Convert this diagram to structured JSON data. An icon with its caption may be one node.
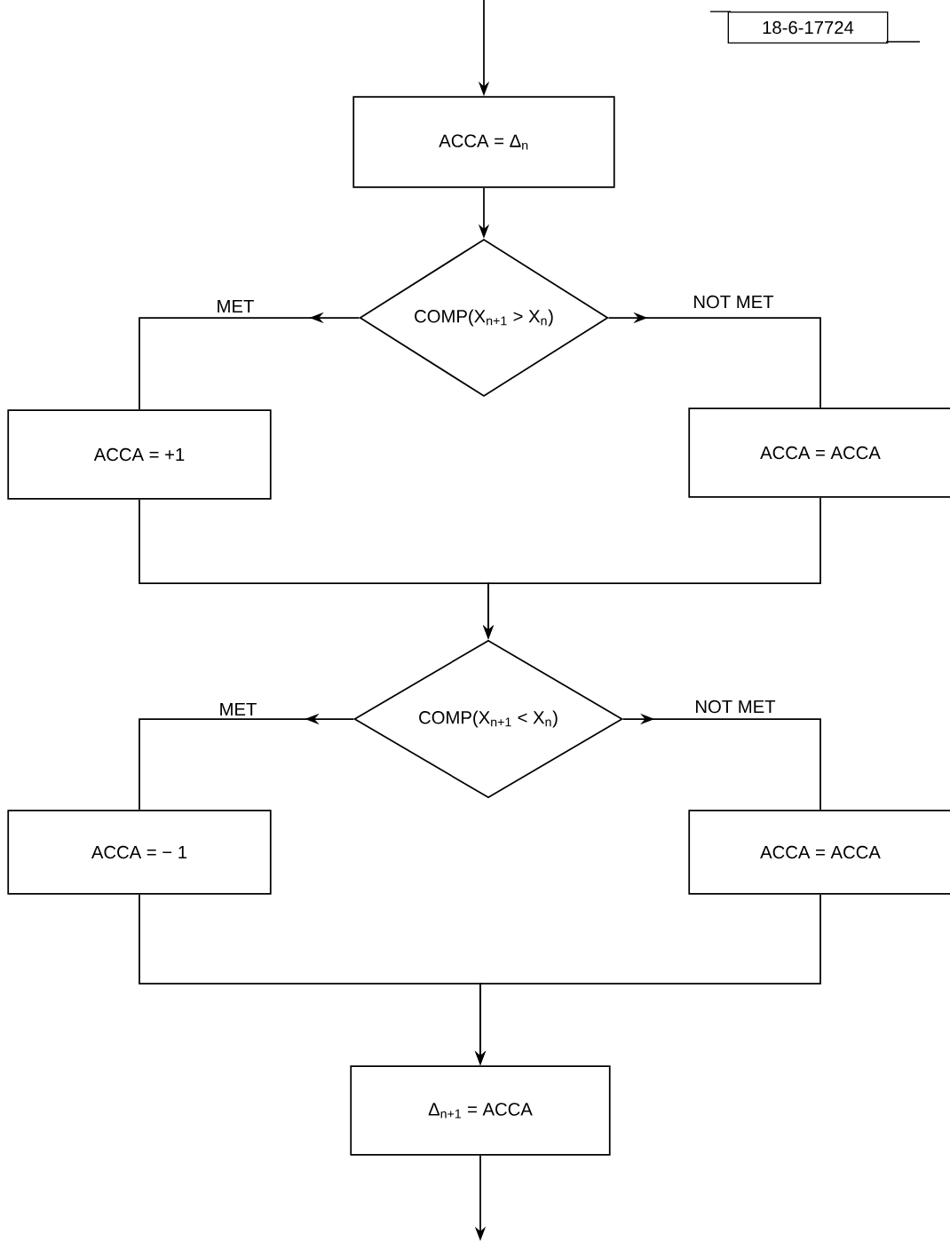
{
  "diagram": {
    "nodes": [
      {
        "text": [
          "ACCA = Δ$_{n}$"
        ]
      },
      {
        "text": [
          "COMP(X$_{n+1}$ > X$_{n}$)"
        ]
      },
      {
        "text": [
          "ACCA = +1"
        ]
      },
      {
        "text": [
          "ACCA = ACCA"
        ]
      },
      {
        "text": [
          "COMP(X$_{n+1}$ < X$_{n}$)"
        ]
      },
      {
        "text": [
          "ACCA = − 1"
        ]
      },
      {
        "text": [
          "ACCA = ACCA"
        ]
      },
      {
        "text": [
          "Δ$_{n+1}$ = ACCA"
        ]
      }
    ],
    "edges": [
      {
        "from": null,
        "to": 0,
        "arrow": "to"
      },
      {
        "from": 0,
        "to": 1,
        "arrow": "to"
      },
      {
        "from": 1,
        "to": 2,
        "arrow": "to",
        "label": "MET"
      },
      {
        "from": 1,
        "to": 3,
        "arrow": "to",
        "label": "NOT MET"
      },
      {
        "from": 2,
        "to": 4,
        "arrow": "to"
      },
      {
        "from": 3,
        "to": 4,
        "arrow": "to"
      },
      {
        "from": 4,
        "to": 5,
        "arrow": "to",
        "label": "MET"
      },
      {
        "from": 4,
        "to": 6,
        "arrow": "to",
        "label": "NOT MET"
      },
      {
        "from": 5,
        "to": 7,
        "arrow": "to"
      },
      {
        "from": 6,
        "to": 7,
        "arrow": "to"
      },
      {
        "from": 7,
        "to": null,
        "arrow": "to"
      }
    ],
    "labels": [
      "18-6-17724"
    ]
  }
}
